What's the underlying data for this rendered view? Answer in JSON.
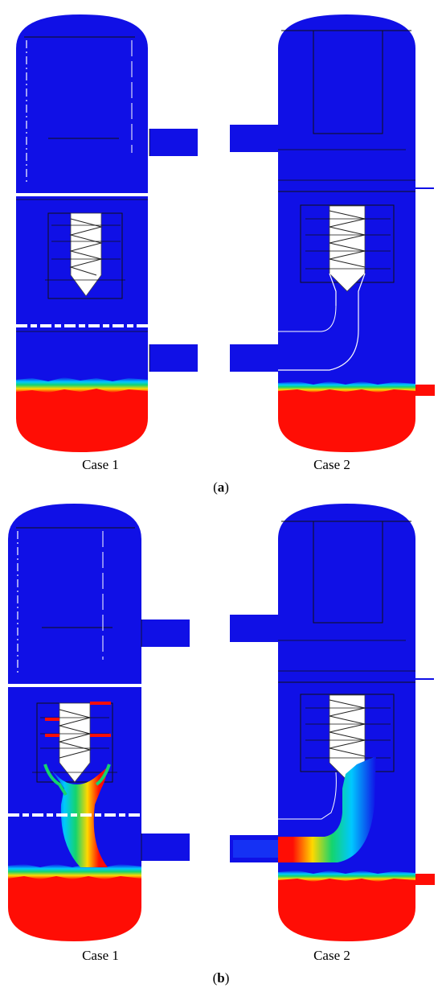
{
  "colors": {
    "blue": "#1010e6",
    "red": "#ff0d05",
    "green": "#14d46e",
    "cyan": "#00c8ff",
    "yellow": "#ffd800",
    "line": "#111111",
    "white": "#ffffff"
  },
  "panels": [
    {
      "id": "a",
      "label_prefix": "(",
      "label_letter": "a",
      "label_suffix": ")",
      "cases": [
        {
          "label": "Case 1"
        },
        {
          "label": "Case 2"
        }
      ]
    },
    {
      "id": "b",
      "label_prefix": "(",
      "label_letter": "b",
      "label_suffix": ")",
      "cases": [
        {
          "label": "Case 1"
        },
        {
          "label": "Case 2"
        }
      ]
    }
  ]
}
